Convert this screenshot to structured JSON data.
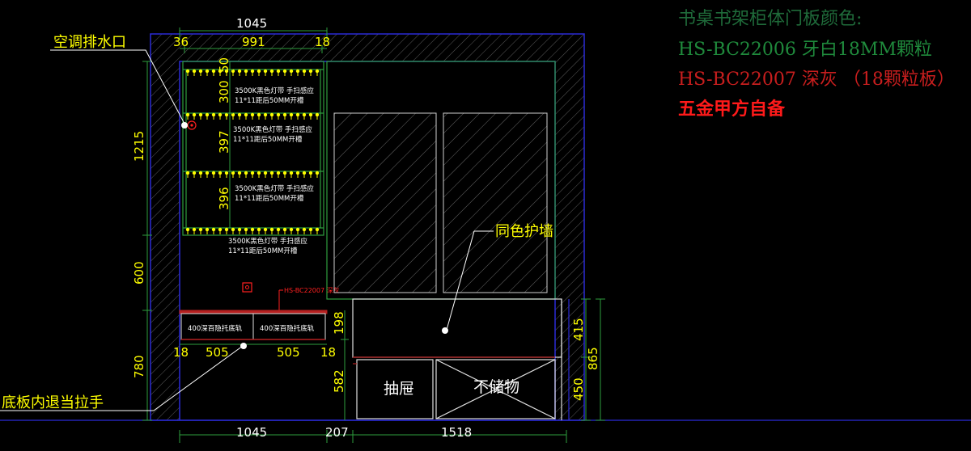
{
  "legend": {
    "title": "书桌书架柜体门板颜色:",
    "line1": "HS-BC22006 牙白18MM颗粒",
    "line2": "HS-BC22007 深灰 （18颗粒板）",
    "line3": "五金甲方自备",
    "color_title": "#1f6b3a",
    "color_line1": "#1f8a3c",
    "color_line2": "#c81e1e",
    "color_line3": "#ff1a1a"
  },
  "labels": {
    "ac_drain": "空调排水口",
    "same_color_wall": "同色护墙",
    "base_recess": "底板内退当拉手",
    "drawer": "抽屉",
    "no_storage": "不储物",
    "material_tag": "HS-BC22007 深灰",
    "drawer_rail_left": "400深百隐托底轨",
    "drawer_rail_right": "400深百隐托底轨"
  },
  "shelf_notes": [
    {
      "line1": "3500K黑色灯带  手扫感应",
      "line2": "11*11距后50MM开槽"
    },
    {
      "line1": "3500K黑色灯带  手扫感应",
      "line2": "11*11距后50MM开槽"
    },
    {
      "line1": "3500K黑色灯带  手扫感应",
      "line2": "11*11距后50MM开槽"
    },
    {
      "line1": "3500K黑色灯带  手扫感应",
      "line2": "11*11距后50MM开槽"
    }
  ],
  "dimensions": {
    "top_total": "1045",
    "top_left": "36",
    "top_mid": "991",
    "top_right": "18",
    "left_1215": "1215",
    "left_600": "600",
    "left_780": "780",
    "shelf_50": "50",
    "shelf_300": "300",
    "shelf_397": "397",
    "shelf_396": "396",
    "desk_198": "198",
    "desk_582": "582",
    "under_18a": "18",
    "under_505a": "505",
    "under_505b": "505",
    "under_18b": "18",
    "bottom_1045": "1045",
    "bottom_207": "207",
    "bottom_1518": "1518",
    "right_415": "415",
    "right_450": "450",
    "right_865": "865"
  }
}
